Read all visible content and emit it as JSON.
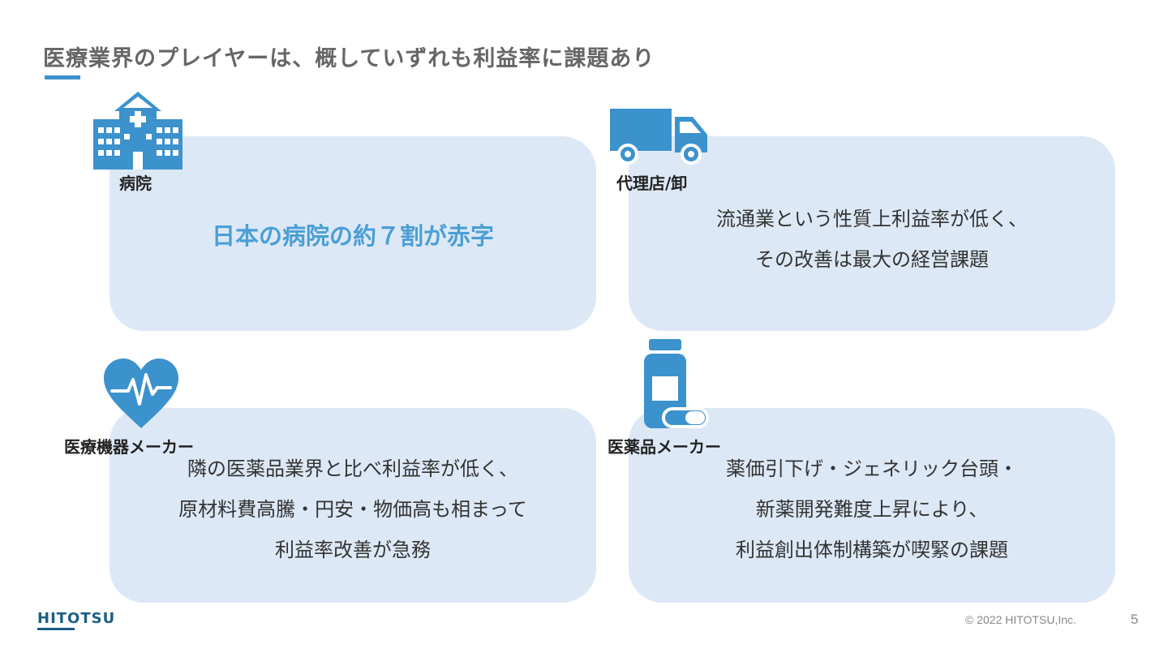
{
  "slide": {
    "title": "医療業界のプレイヤーは、概していずれも利益率に課題あり",
    "accent_color": "#4a9fd4",
    "card_color": "#dde8f6",
    "icon_color": "#3c92cc"
  },
  "hospital": {
    "icon": "hospital-icon",
    "label": "病院",
    "headline": "日本の病院の約７割が赤字"
  },
  "distributor": {
    "icon": "truck-icon",
    "label": "代理店/卸",
    "lines": [
      "流通業という性質上利益率が低く、",
      "その改善は最大の経営課題"
    ]
  },
  "device_maker": {
    "icon": "heartbeat-icon",
    "label": "医療機器メーカー",
    "lines": [
      "隣の医薬品業界と比べ利益率が低く、",
      "原材料費高騰・円安・物価高も相まって",
      "利益率改善が急務"
    ]
  },
  "pharma_maker": {
    "icon": "medicine-bottle-icon",
    "label": "医薬品メーカー",
    "lines": [
      "薬価引下げ・ジェネリック台頭・",
      "新薬開発難度上昇により、",
      "利益創出体制構築が喫緊の課題"
    ]
  },
  "footer": {
    "logo": "HITOTSU",
    "copyright": "© 2022 HITOTSU,Inc.",
    "page_number": "5"
  }
}
